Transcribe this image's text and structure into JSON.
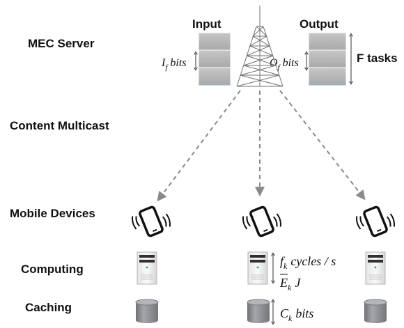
{
  "rows": {
    "mec_server": "MEC Server",
    "content_multicast": "Content Multicast",
    "mobile_devices": "Mobile Devices",
    "computing": "Computing",
    "caching": "Caching"
  },
  "server": {
    "input_label": "Input",
    "output_label": "Output",
    "tasks_label": "F tasks",
    "input_bits": {
      "var": "I",
      "sub": "f",
      "unit": "bits"
    },
    "output_bits": {
      "var": "O",
      "sub": "f",
      "unit": "bits"
    }
  },
  "device_params": {
    "cpu": {
      "var": "f",
      "sub": "k",
      "unit": "cycles / s"
    },
    "energy": {
      "var": "E",
      "sub": "k",
      "unit": "J"
    },
    "cache": {
      "var": "C",
      "sub": "k",
      "unit": "bits"
    }
  },
  "colors": {
    "stack_fill": "#bcbcbc",
    "arrow": "#8a8a8a",
    "tower": "#707070",
    "server_dark": "#303030",
    "server_led": "#22aa33",
    "cylinder": "#8f9194"
  },
  "icons": {
    "tower": "cell-tower-icon",
    "phone": "smartphone-icon",
    "server": "server-icon",
    "cache": "database-cylinder-icon"
  }
}
